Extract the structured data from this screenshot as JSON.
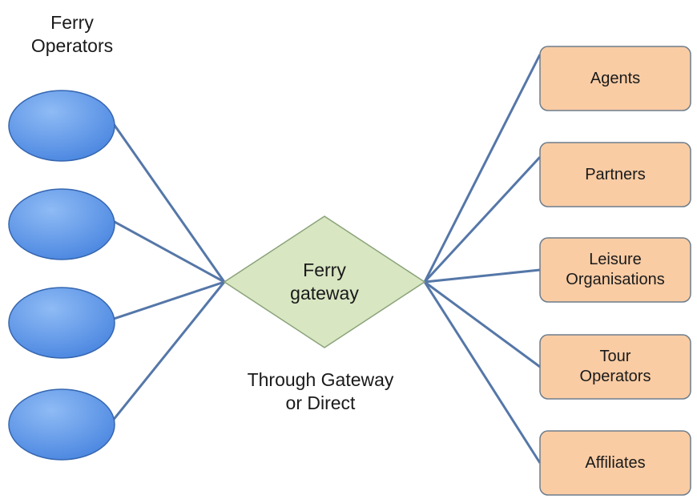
{
  "left_title": "Ferry\nOperators",
  "center_label": "Ferry\ngateway",
  "caption": "Through Gateway\nor Direct",
  "ferry_operator_count": 4,
  "right_boxes": [
    {
      "label": "Agents"
    },
    {
      "label": "Partners"
    },
    {
      "label": "Leisure\nOrganisations"
    },
    {
      "label": "Tour\nOperators"
    },
    {
      "label": "Affiliates"
    }
  ],
  "colors": {
    "ellipse_fill": "#4a86e0",
    "ellipse_stroke": "#3566b0",
    "diamond_fill": "#d8e6c2",
    "diamond_stroke": "#8aa37a",
    "box_fill": "#f9cca4",
    "box_stroke": "#6d7d8c",
    "connector": "#5577a8"
  }
}
